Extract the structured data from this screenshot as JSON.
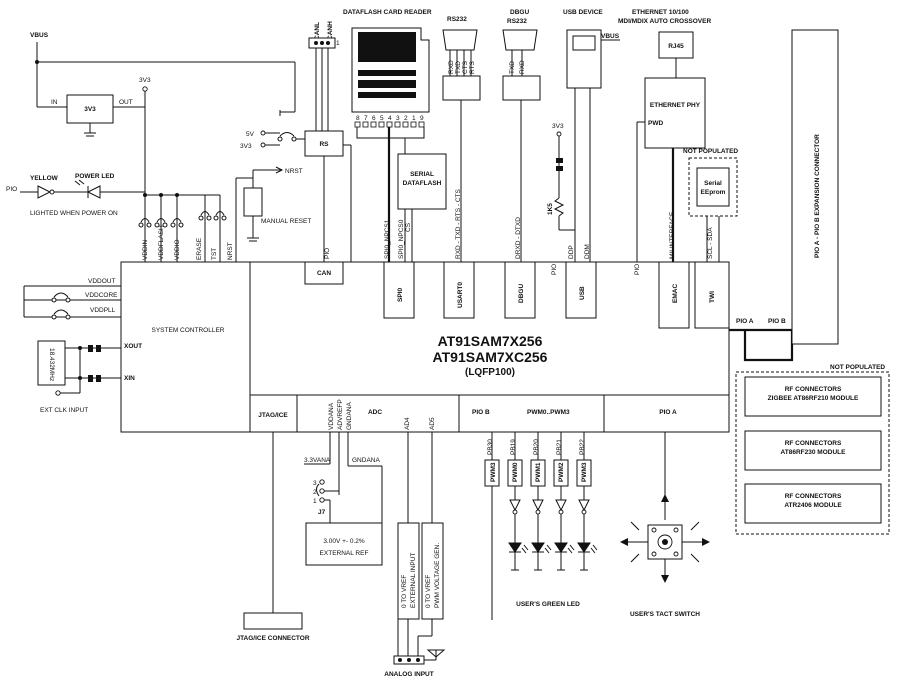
{
  "chip": {
    "name1": "AT91SAM7X256",
    "name2": "AT91SAM7XC256",
    "package": "(LQFP100)"
  },
  "top": {
    "vbus": "VBUS",
    "reg_in": "IN",
    "reg_name": "3V3",
    "reg_out": "OUT",
    "v3v3": "3V3",
    "canl": "CANL",
    "canh": "CANH",
    "can_pin1": "1",
    "dataflash_title": "DATAFLASH CARD READER",
    "card_pins": [
      "8",
      "7",
      "6",
      "5",
      "4",
      "3",
      "2",
      "1",
      "9"
    ],
    "rs232_1": "RS232",
    "rxd": "RXD",
    "txd": "TXD",
    "cts": "CTS",
    "rts": "RTS",
    "dbgu_title": "DBGU",
    "rs232_2": "RS232",
    "dbgu_txd": "TXD",
    "dbgu_rxd": "RXD",
    "usb_title": "USB DEVICE",
    "usb_vbus": "VBUS",
    "eth_title": "ETHERNET 10/100",
    "eth_sub": "MDI/MDIX AUTO CROSSOVER",
    "rj45": "RJ45",
    "eth_phy": "ETHERNET PHY",
    "pwd": "PWD",
    "not_populated": "NOT POPULATED",
    "serial": "Serial",
    "eeprom": "EEprom",
    "expansion": "PIO A - PIO B EXPANSION CONNECTOR"
  },
  "left": {
    "v5": "5V",
    "v3v3b": "3V3",
    "rs": "RS",
    "nrst": "NRST",
    "manual_reset": "MANUAL RESET",
    "yellow": "YELLOW",
    "power_led": "POWER LED",
    "pio": "PIO",
    "lighted": "LIGHTED WHEN POWER ON",
    "serial_df1": "SERIAL",
    "serial_df2": "DATAFLASH",
    "cs": "CS",
    "pins": [
      "VDDIN",
      "VDDFLASH",
      "VDDIO",
      "ERASE",
      "TST",
      "NRST"
    ],
    "vddout": "VDDOUT",
    "vddcore": "VDDCORE",
    "vddpll": "VDDPLL",
    "sysctrl": "SYSTEM CONTROLLER",
    "xout": "XOUT",
    "xin": "XIN",
    "crystal": "18.432MHz",
    "ext_clk": "EXT CLK INPUT"
  },
  "signals": {
    "spi0_npcs1": "SPI0_NPCS1",
    "spi0_npcs0": "SPI0_NPCS0",
    "usart_sig": "RXD - TXD - RTS - CTS",
    "dbgu_sig": "DRXD - DTXD",
    "pio_a": "PIO",
    "ddp": "DDP",
    "ddm": "DDM",
    "pio_b": "PIO",
    "mii": "MII INTERFACE",
    "scl_sda": "SCL - SDA",
    "can_pio": "PIO"
  },
  "blocks": {
    "can": "CAN",
    "spi0": "SPI0",
    "usart0": "USART0",
    "dbgu": "DBGU",
    "usb": "USB",
    "emac": "EMAC",
    "twi": "TWI",
    "pioa_lbl": "PIO A",
    "piob_lbl": "PIO B"
  },
  "bottom": {
    "jtag": "JTAG/ICE",
    "adc": "ADC",
    "adc_pins": [
      "VDDANA",
      "ADVREFP",
      "GNDANA"
    ],
    "ad4": "AD4",
    "ad5": "AD5",
    "pio_b": "PIO B",
    "pwm": "PWM0..PWM3",
    "pio_a": "PIO A",
    "pb_pins": [
      "PB30",
      "PB19",
      "PB20",
      "PB21",
      "PB22"
    ],
    "pwm_pins": [
      "PWM3",
      "PWM0",
      "PWM1",
      "PWM2",
      "PWM3"
    ],
    "vana": "3.3VANA",
    "gndana": "GNDANA",
    "j7": "J7",
    "j7_pins": [
      "3",
      "2",
      "1"
    ],
    "extref1": "3.00V +- 0.2%",
    "extref2": "EXTERNAL REF",
    "ext_input1": "0 TO VREF",
    "ext_input2": "EXTERNAL INPUT",
    "pwm_gen1": "0 TO VREF",
    "pwm_gen2": "PWM VOLTAGE GEN.",
    "jtag_conn": "JTAG/ICE CONNECTOR",
    "analog_input": "ANALOG INPUT",
    "green_led": "USER'S GREEN LED",
    "tact": "USER'S TACT SWITCH"
  },
  "rf": {
    "not_populated": "NOT POPULATED",
    "m1_1": "RF CONNECTORS",
    "m1_2": "ZIGBEE AT86RF210 MODULE",
    "m2_1": "RF CONNECTORS",
    "m2_2": "AT86RF230 MODULE",
    "m3_1": "RF CONNECTORS",
    "m3_2": "ATR2406 MODULE"
  }
}
